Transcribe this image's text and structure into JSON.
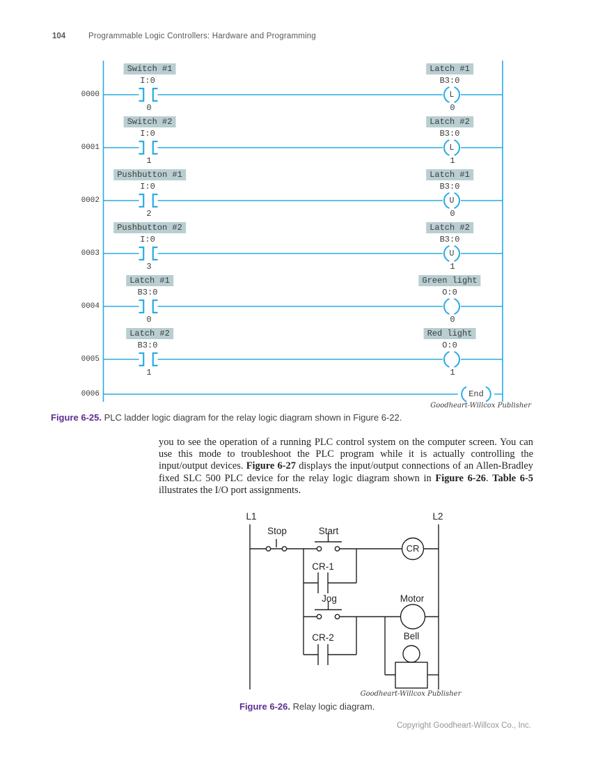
{
  "header": {
    "page_number": "104",
    "title": "Programmable Logic Controllers: Hardware and Programming"
  },
  "colors": {
    "ladder_blue": "#29ABE2",
    "device_label_bg": "#B9CED1",
    "figure_label_purple": "#5C2E91",
    "body_text": "#231F20",
    "copyright_gray": "#939598"
  },
  "figure_25": {
    "ladder": {
      "rungs": [
        {
          "number": "0000",
          "contact": {
            "label": "Switch #1",
            "address": "I:0",
            "bit": "0"
          },
          "coil": {
            "label": "Latch #1",
            "address": "B3:0",
            "bit": "0",
            "type": "L"
          }
        },
        {
          "number": "0001",
          "contact": {
            "label": "Switch #2",
            "address": "I:0",
            "bit": "1"
          },
          "coil": {
            "label": "Latch #2",
            "address": "B3:0",
            "bit": "1",
            "type": "L"
          }
        },
        {
          "number": "0002",
          "contact": {
            "label": "Pushbutton #1",
            "address": "I:0",
            "bit": "2"
          },
          "coil": {
            "label": "Latch #1",
            "address": "B3:0",
            "bit": "0",
            "type": "U"
          }
        },
        {
          "number": "0003",
          "contact": {
            "label": "Pushbutton #2",
            "address": "I:0",
            "bit": "3"
          },
          "coil": {
            "label": "Latch #2",
            "address": "B3:0",
            "bit": "1",
            "type": "U"
          }
        },
        {
          "number": "0004",
          "contact": {
            "label": "Latch #1",
            "address": "B3:0",
            "bit": "0"
          },
          "coil": {
            "label": "Green light",
            "address": "O:0",
            "bit": "0",
            "type": ""
          }
        },
        {
          "number": "0005",
          "contact": {
            "label": "Latch #2",
            "address": "B3:0",
            "bit": "1"
          },
          "coil": {
            "label": "Red light",
            "address": "O:0",
            "bit": "1",
            "type": ""
          }
        },
        {
          "number": "0006",
          "end_label": "End"
        }
      ]
    },
    "attribution": "Goodheart-Willcox Publisher",
    "caption_label": "Figure 6-25.",
    "caption_text": " PLC ladder logic diagram for the relay logic diagram shown in Figure 6-22."
  },
  "paragraph": {
    "s1": "you to see the operation of a running PLC control system on the computer screen. You can use this mode to troubleshoot the PLC program while it is actually controlling the input/output devices. ",
    "b1": "Figure 6-27",
    "s2": " displays the input/output connections of an Allen-Bradley fixed SLC 500 PLC device for the relay logic diagram shown in ",
    "b2": "Figure 6-26",
    "s3": ". ",
    "b3": "Table 6-5",
    "s4": " illustrates the I/O port assignments."
  },
  "figure_26": {
    "relay": {
      "left_rail": "L1",
      "right_rail": "L2",
      "stop": "Stop",
      "start": "Start",
      "cr_coil": "CR",
      "cr1_contact": "CR-1",
      "jog": "Jog",
      "motor": "Motor",
      "cr2_contact": "CR-2",
      "bell": "Bell"
    },
    "attribution": "Goodheart-Willcox Publisher",
    "caption_label": "Figure 6-26.",
    "caption_text": " Relay logic diagram."
  },
  "footer": {
    "copyright": "Copyright Goodheart-Willcox Co., Inc."
  }
}
